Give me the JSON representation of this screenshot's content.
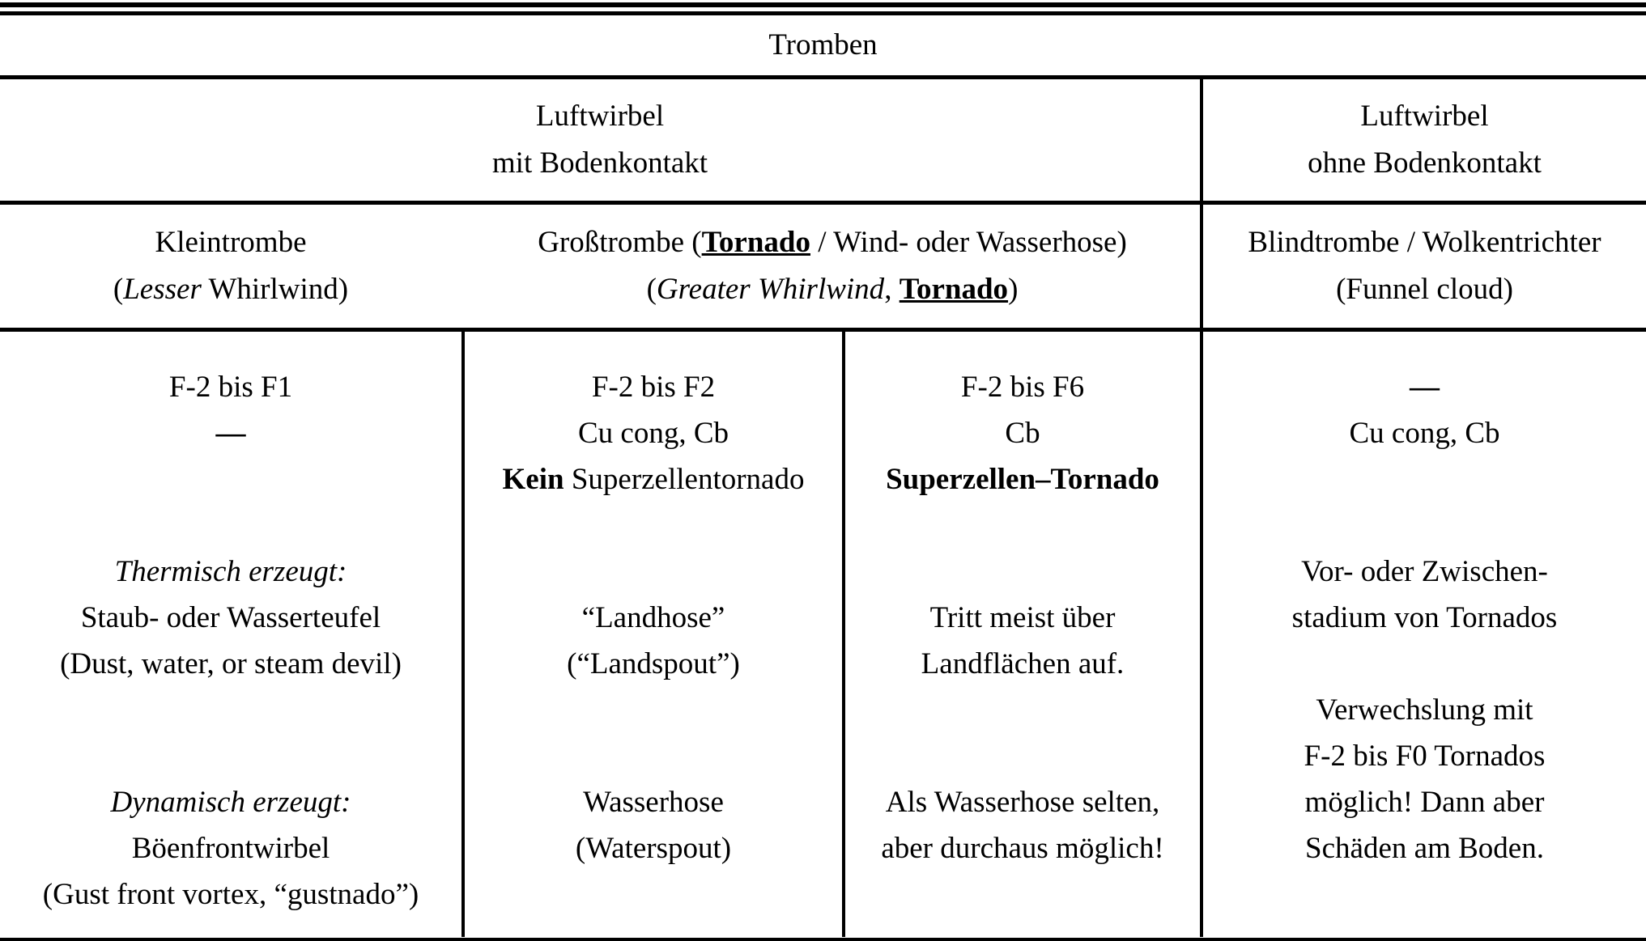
{
  "table": {
    "title": "Tromben",
    "group_headers": [
      {
        "line1": "Luftwirbel",
        "line2": "mit Bodenkontakt"
      },
      {
        "line1": "Luftwirbel",
        "line2": "ohne Bodenkontakt"
      }
    ],
    "sub_headers": [
      {
        "line1_plain": "Kleintrombe",
        "line2_pre": "(",
        "line2_italic": "Lesser",
        "line2_post": " Whirlwind)"
      },
      {
        "line1_pre": "Großtrombe (",
        "line1_bold_underline": "Tornado",
        "line1_post": " / Wind- oder Wasserhose)",
        "line2_pre": "(",
        "line2_italic": "Greater Whirlwind",
        "line2_mid": ", ",
        "line2_bold_underline": "Tornado",
        "line2_post": ")"
      },
      {
        "line1_plain": "Blindtrombe / Wolkentrichter",
        "line2_plain": "(Funnel cloud)"
      }
    ],
    "columns": [
      {
        "name": "kleintrombe",
        "lines": [
          {
            "text": "F-2 bis F1",
            "style": "plain"
          },
          {
            "text": "—",
            "style": "dash"
          },
          {
            "text": "",
            "style": "gap"
          },
          {
            "text": "",
            "style": "gap"
          },
          {
            "text": "Thermisch erzeugt:",
            "style": "italic"
          },
          {
            "text": "Staub- oder Wasserteufel",
            "style": "plain"
          },
          {
            "text": "(Dust, water, or steam devil)",
            "style": "plain"
          },
          {
            "text": "",
            "style": "gap"
          },
          {
            "text": "",
            "style": "gap"
          },
          {
            "text": "Dynamisch erzeugt:",
            "style": "italic"
          },
          {
            "text": "Böenfrontwirbel",
            "style": "plain"
          },
          {
            "text": "(Gust front vortex, “gustnado”)",
            "style": "plain"
          }
        ]
      },
      {
        "name": "grosstrombe-links",
        "lines": [
          {
            "text": "F-2 bis F2",
            "style": "plain"
          },
          {
            "text": "Cu cong, Cb",
            "style": "plain"
          },
          {
            "text": "Kein Superzellentornado",
            "style": "bold-first-word",
            "bold_word": "Kein",
            "rest": " Superzellentornado"
          },
          {
            "text": "",
            "style": "gap"
          },
          {
            "text": "",
            "style": "gap"
          },
          {
            "text": "“Landhose”",
            "style": "plain"
          },
          {
            "text": "(“Landspout”)",
            "style": "plain"
          },
          {
            "text": "",
            "style": "gap"
          },
          {
            "text": "",
            "style": "gap"
          },
          {
            "text": "Wasserhose",
            "style": "plain"
          },
          {
            "text": "(Waterspout)",
            "style": "plain"
          },
          {
            "text": "",
            "style": "gap"
          }
        ]
      },
      {
        "name": "grosstrombe-rechts",
        "lines": [
          {
            "text": "F-2 bis F6",
            "style": "plain"
          },
          {
            "text": "Cb",
            "style": "plain"
          },
          {
            "text": "Superzellen–Tornado",
            "style": "bold"
          },
          {
            "text": "",
            "style": "gap"
          },
          {
            "text": "",
            "style": "gap"
          },
          {
            "text": "Tritt meist über",
            "style": "plain"
          },
          {
            "text": "Landflächen auf.",
            "style": "plain"
          },
          {
            "text": "",
            "style": "gap"
          },
          {
            "text": "",
            "style": "gap"
          },
          {
            "text": "Als Wasserhose selten,",
            "style": "plain"
          },
          {
            "text": "aber durchaus möglich!",
            "style": "plain"
          },
          {
            "text": "",
            "style": "gap"
          }
        ]
      },
      {
        "name": "blindtrombe",
        "lines": [
          {
            "text": "—",
            "style": "dash"
          },
          {
            "text": "Cu cong, Cb",
            "style": "plain"
          },
          {
            "text": "",
            "style": "gap"
          },
          {
            "text": "",
            "style": "gap"
          },
          {
            "text": "Vor- oder Zwischen-",
            "style": "plain"
          },
          {
            "text": "stadium von Tornados",
            "style": "plain"
          },
          {
            "text": "",
            "style": "gap"
          },
          {
            "text": "Verwechslung mit",
            "style": "plain"
          },
          {
            "text": "F-2 bis F0 Tornados",
            "style": "plain"
          },
          {
            "text": "möglich! Dann aber",
            "style": "plain"
          },
          {
            "text": "Schäden am Boden.",
            "style": "plain"
          },
          {
            "text": "",
            "style": "gap"
          }
        ]
      }
    ]
  }
}
